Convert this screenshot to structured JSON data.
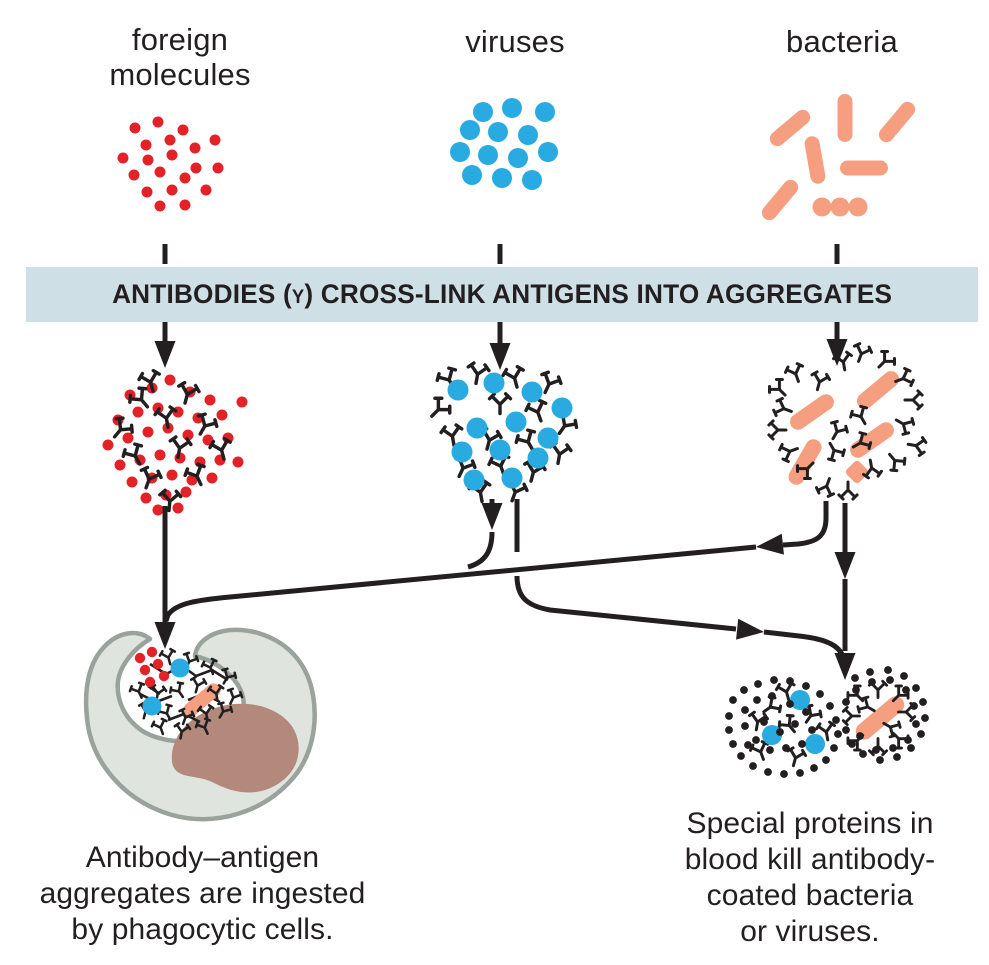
{
  "labels": {
    "foreign_molecules": "foreign\nmolecules",
    "viruses": "viruses",
    "bacteria": "bacteria"
  },
  "banner": {
    "text_pre": "ANTIBODIES (",
    "antibody_glyph": "Y",
    "text_post": ") CROSS-LINK ANTIGENS INTO AGGREGATES"
  },
  "captions": {
    "left": "Antibody–antigen\naggregates are ingested\nby phagocytic cells.",
    "right": "Special proteins in\nblood kill antibody-\ncoated bacteria\nor viruses."
  },
  "colors": {
    "ink": "#231f20",
    "red_antigen": "#e32228",
    "virus_blue": "#29abe2",
    "bacteria_salmon": "#f59e80",
    "banner_bg": "#cfdfe6",
    "cell_fill": "#e0e4de",
    "cell_outline": "#99a29b",
    "nucleus": "#b2897b",
    "background": "#ffffff"
  },
  "icons": {
    "antibody": "y-antibody-icon",
    "foreign_molecule": "red-dot-icon",
    "virus": "blue-circle-icon",
    "bacterium": "salmon-rod-icon",
    "complement_protein": "black-dot-icon",
    "phagocyte": "phagocytic-cell-icon",
    "flow": "arrow-icon"
  }
}
